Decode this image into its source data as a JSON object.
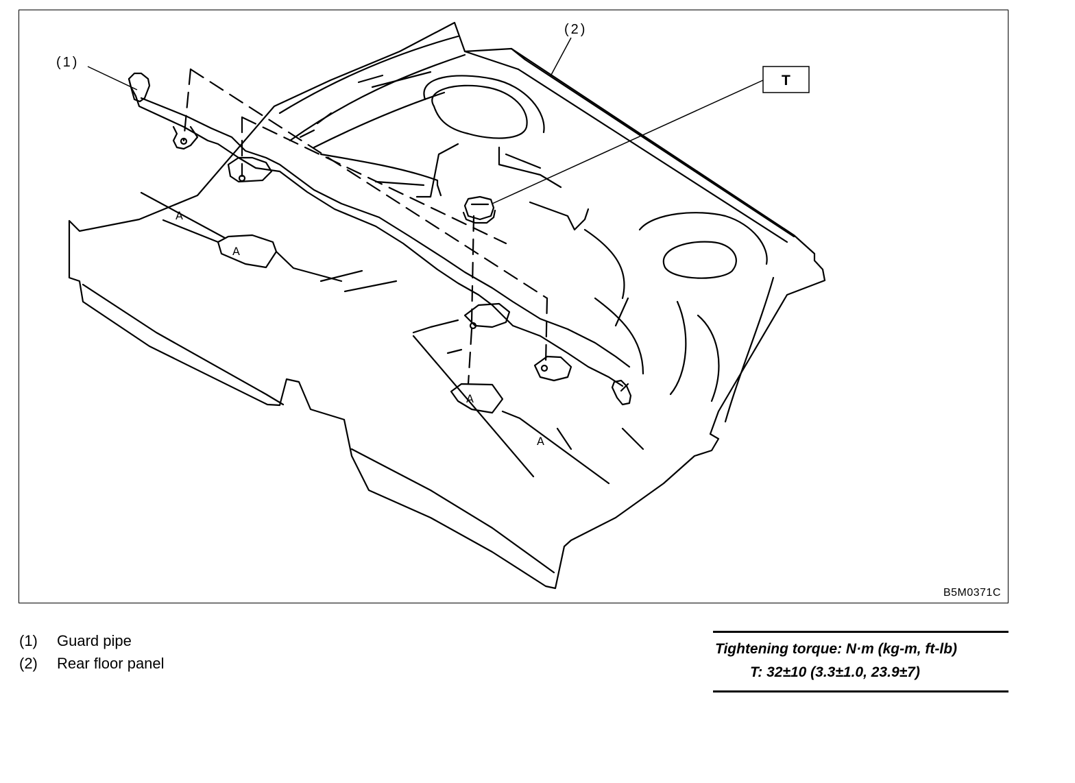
{
  "figure": {
    "callouts": [
      "(1)",
      "(2)"
    ],
    "torque_marker": "T",
    "part_marks": [
      "A",
      "A",
      "A",
      "A"
    ],
    "figure_code": "B5M0371C"
  },
  "legend": [
    {
      "num": "(1)",
      "label": "Guard pipe"
    },
    {
      "num": "(2)",
      "label": "Rear floor panel"
    }
  ],
  "torque": {
    "title": "Tightening torque: N·m (kg-m, ft-lb)",
    "value": "T: 32±10 (3.3±1.0, 23.9±7)"
  }
}
